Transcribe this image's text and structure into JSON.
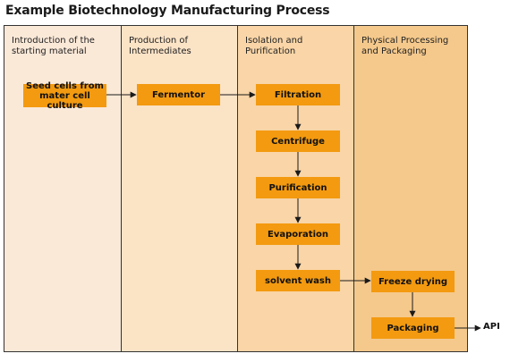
{
  "title": "Example Biotechnology Manufacturing Process",
  "lanes": [
    {
      "title": [
        "Introduction of the",
        "starting material"
      ],
      "color": "#fbe9d8"
    },
    {
      "title": [
        "Production of",
        "Intermediates"
      ],
      "color": "#fbe3c6"
    },
    {
      "title": [
        "Isolation and",
        "Purification"
      ],
      "color": "#f9d5a7"
    },
    {
      "title": [
        "Physical Processing",
        "and Packaging"
      ],
      "color": "#f5c98c"
    }
  ],
  "steps": {
    "seed_cells": [
      "Seed cells from",
      "mater cell culture"
    ],
    "fermentor": "Fermentor",
    "filtration": "Filtration",
    "centrifuge": "Centrifuge",
    "purification": "Purification",
    "evaporation": "Evaporation",
    "solvent_wash": "solvent wash",
    "freeze_drying": "Freeze drying",
    "packaging": "Packaging"
  },
  "output_label": "API",
  "colors": {
    "box": "#f39a10",
    "arrow": "#1a1a1a",
    "border": "#333333"
  }
}
